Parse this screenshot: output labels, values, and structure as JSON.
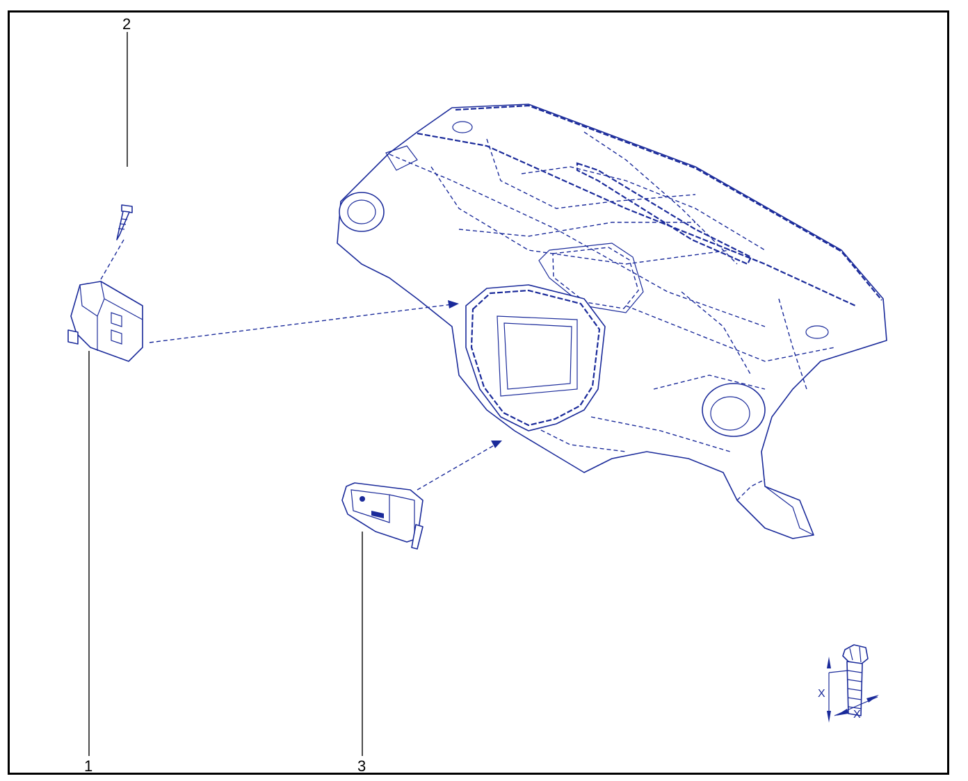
{
  "callouts": [
    {
      "label": "1",
      "part": "switch-module"
    },
    {
      "label": "2",
      "part": "screw"
    },
    {
      "label": "3",
      "part": "usb-socket"
    }
  ],
  "torque_legend": {
    "dimension_a": "X",
    "dimension_b": "X"
  },
  "colors": {
    "linework": "#1a2a9a",
    "frame": "#000000",
    "background": "#ffffff"
  }
}
